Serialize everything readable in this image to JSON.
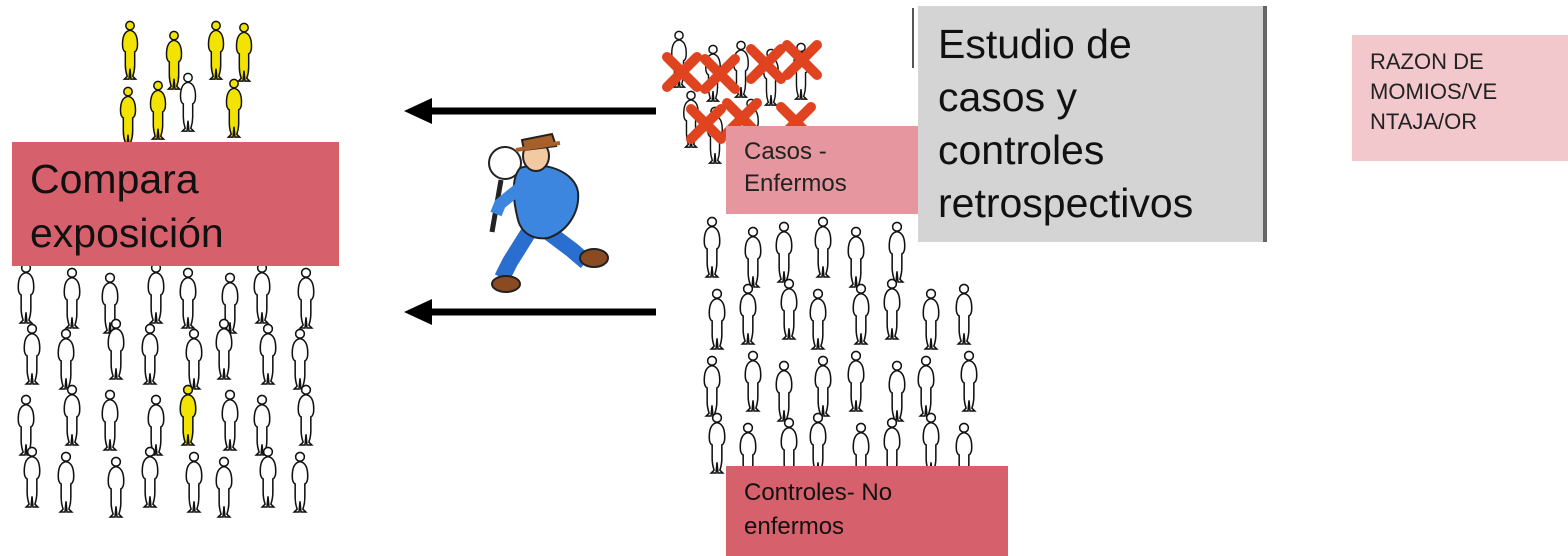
{
  "compare_label": [
    "Compara",
    "exposición"
  ],
  "study_title": [
    "Estudio de",
    "casos y",
    "controles",
    "retrospectivos"
  ],
  "cases_label": [
    "Casos -",
    "Enfermos"
  ],
  "controls_label": [
    "Controles- No",
    "enfermos"
  ],
  "measure_label": [
    "RAZON DE",
    "MOMIOS/VE",
    "NTAJA/OR"
  ],
  "colors": {
    "compare_box": "#d6606b",
    "cases_box": "#e5969e",
    "controls_box": "#d6606b",
    "study_box": "#d4d4d4",
    "measure_box": "#f2c8cc",
    "exposed_person": "#f2e400",
    "case_mark": "#e0431f",
    "detective_suit": "#3d86e0",
    "arrow": "#000000"
  },
  "icons": [
    "person-icon",
    "exposed-person-icon",
    "case-x-mark-icon",
    "detective-icon",
    "arrow-left-icon"
  ]
}
